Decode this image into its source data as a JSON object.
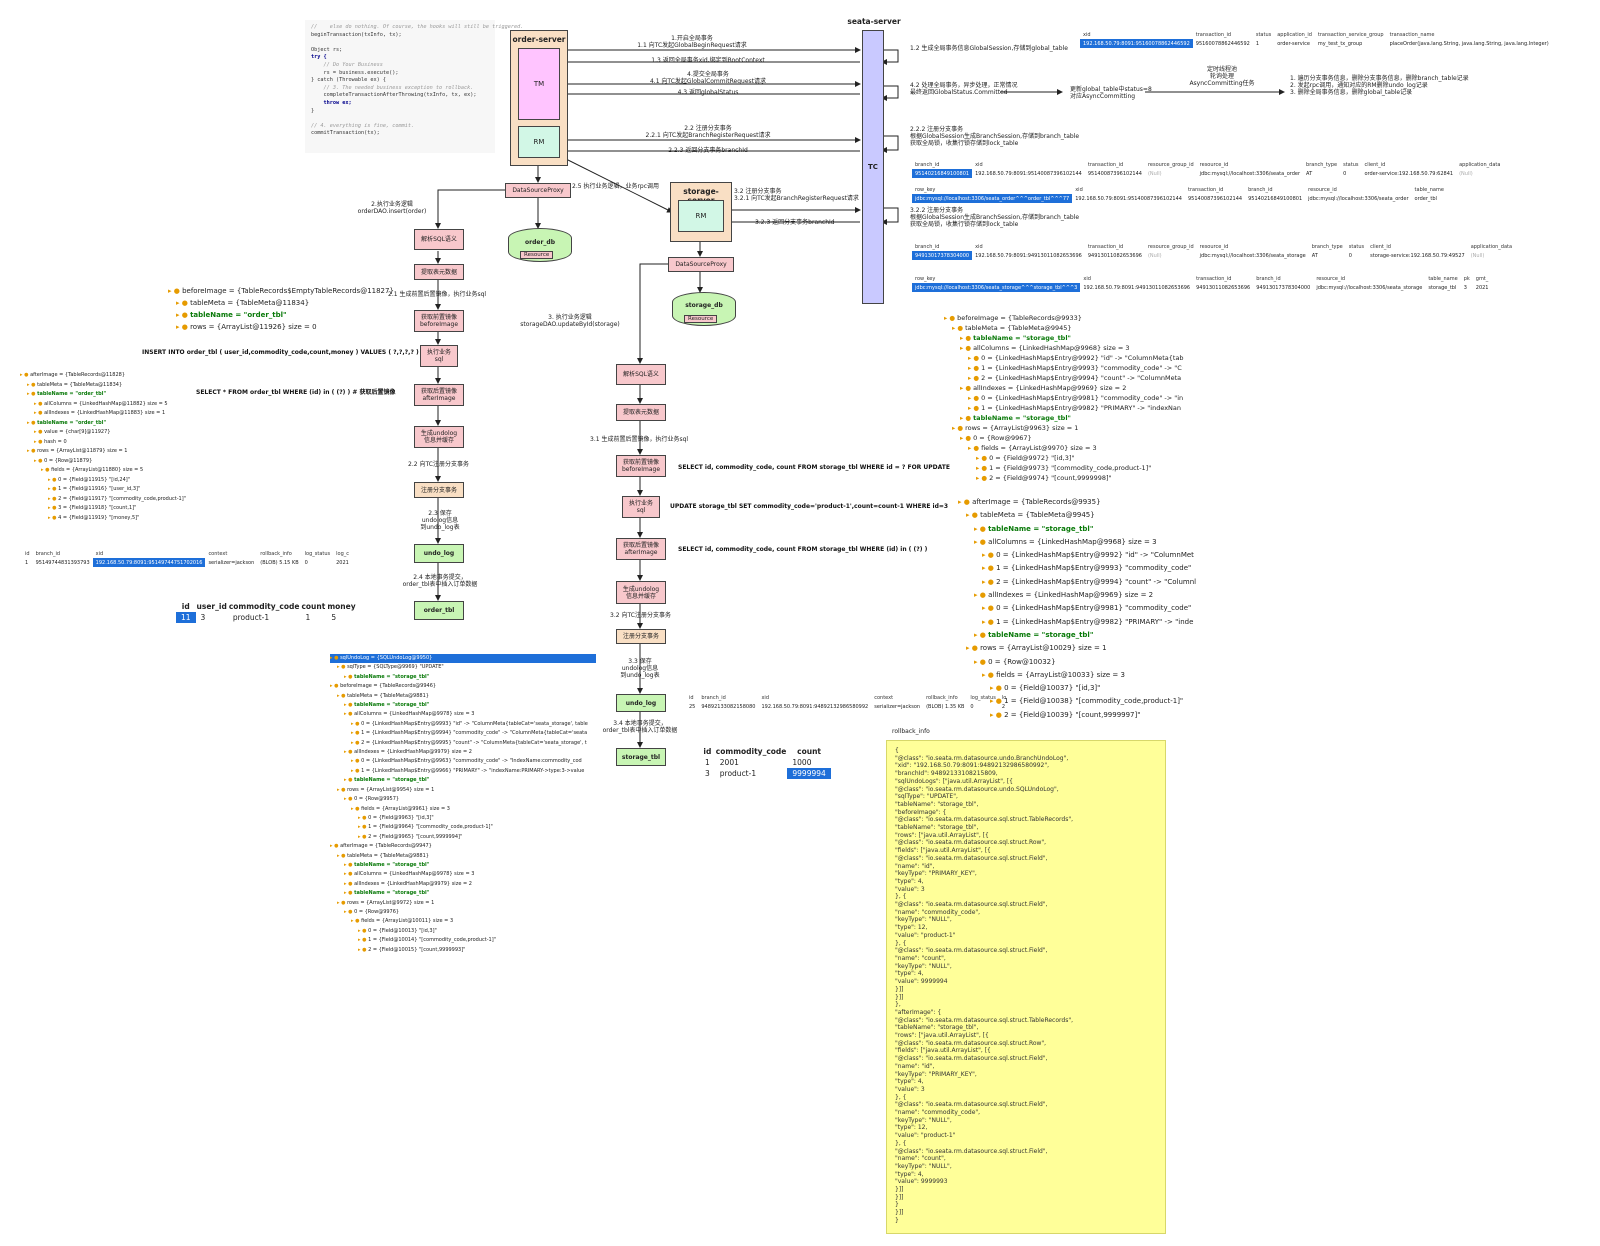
{
  "code": [
    {
      "t": "//    else do nothing. Of course, the hooks will still be triggered.",
      "c": "cm"
    },
    {
      "t": "beginTransaction(txInfo, tx);",
      "c": ""
    },
    {
      "t": "",
      "c": ""
    },
    {
      "t": "Object rs;",
      "c": ""
    },
    {
      "t": "try {",
      "c": "kw"
    },
    {
      "t": "    // Do Your Business",
      "c": "cm"
    },
    {
      "t": "    rs = business.execute();",
      "c": ""
    },
    {
      "t": "} catch (Throwable ex) {",
      "c": ""
    },
    {
      "t": "    // 3. The needed business exception to rollback.",
      "c": "cm"
    },
    {
      "t": "    completeTransactionAfterThrowing(txInfo, tx, ex);",
      "c": ""
    },
    {
      "t": "    throw ex;",
      "c": "kw"
    },
    {
      "t": "}",
      "c": ""
    },
    {
      "t": "",
      "c": ""
    },
    {
      "t": "// 4. everything is fine, commit.",
      "c": "cm"
    },
    {
      "t": "commitTransaction(tx);",
      "c": ""
    }
  ],
  "servers": {
    "order": "order-server",
    "storage": "storage-server",
    "seata": "seata-server",
    "tm": "TM",
    "rm": "RM",
    "tc": "TC"
  },
  "order_steps": {
    "dsp": "DataSourceProxy",
    "parse": "解析SQL语义",
    "table": "提取表元数据",
    "before": "获取前置镜像\nbeforeImage",
    "exec": "执行业务\nsql",
    "after": "获取后置镜像\nafterImage",
    "undolog": "生成undolog\n信息并缓存",
    "reg": "注册分支事务",
    "undo_db": "undo_log",
    "order_tbl": "order_tbl",
    "db": "order_db",
    "res": "Resource"
  },
  "storage_steps": {
    "dsp": "DataSourceProxy",
    "parse": "解析SQL语义",
    "table": "提取表元数据",
    "before": "获取前置镜像\nbeforeImage",
    "exec": "执行业务\nsql",
    "after": "获取后置镜像\nafterImage",
    "undolog": "生成undolog\n信息并缓存",
    "reg": "注册分支事务",
    "undo_db": "undo_log",
    "storage_tbl": "storage_tbl",
    "db": "storage_db",
    "res": "Resource"
  },
  "arrow_labels": {
    "a1": "1.开启全局事务\n1.1 向TC发起GlobalBeginRequest请求",
    "a13": "1.3 返回全局事务xid,绑定到RootContext",
    "a4": "4.提交全局事务\n4.1 向TC发起GlobalCommitRequest请求",
    "a43": "4.3 返回globalStatus",
    "a12": "1.2 生成全局事务信息GlobalSession,存储到global_table",
    "a42": "4.2 处理全局事务，异步处理，正常情况\n最终返回GlobalStatus.Committed",
    "a42b": "更新global_table中status=8\n对应AsyncCommitting",
    "a_timer": "定时线程池\n轮询处理\nAsyncCommitting任务",
    "a_final": "1. 遍历分支事务信息，删除分支事务信息，删除branch_table记录\n2. 发起rpc调用，通知对应的RM删除undo_log记录\n3. 删除全局事务信息，删除global_table记录",
    "a2": "2.2 注册分支事务\n2.2.1 向TC发起BranchRegisterRequest请求",
    "a223": "2.2.3 返回分支事务branchId",
    "a222": "2.2.2 注册分支事务\n根据GlobalSession生成BranchSession,存储到branch_table\n获取全局锁，收集行锁存储到lock_table",
    "a25": "2.5 执行业务逻辑，业务rpc调用",
    "a32": "3.2 注册分支事务\n3.2.1 向TC发起BranchRegisterRequest请求",
    "a323": "3.2.3 返回分支事务branchId",
    "a322": "3.2.2 注册分支事务\n根据GlobalSession生成BranchSession,存储到branch_table\n获取全局锁，收集行锁存储到lock_table",
    "o2": "2.执行业务逻辑\norderDAO.insert(order)",
    "o21": "2.1 生成前置后置镜像，执行业务sql",
    "o22": "2.2 向TC注册分支事务",
    "o23": "2.3 保存\nundolog信息\n到undo_log表",
    "o24": "2.4 本地事务提交，\norder_tbl表中插入订单数据",
    "s3": "3. 执行业务逻辑\nstorageDAO.updateById(storage)",
    "s31": "3.1 生成前置后置镜像，执行业务sql",
    "s32": "3.2 向TC注册分支事务",
    "s33": "3.3 保存\nundolog信息\n到undo_log表",
    "s34": "3.4 本地事务提交，\norder_tbl表中插入订单数据"
  },
  "sql": {
    "insert": "INSERT INTO order_tbl  ( user_id,commodity_code,count,money )  VALUES  ( ?,?,?,? )",
    "select_after": "SELECT * FROM order_tbl WHERE (id) in ( (?) )   # 获取后置镜像",
    "select_update": "SELECT id, commodity_code, count FROM storage_tbl WHERE id = ? FOR UPDATE",
    "update": "UPDATE storage_tbl  SET commodity_code='product-1',count=count-1  WHERE id=3",
    "select_in": "SELECT id, commodity_code, count FROM storage_tbl WHERE (id) in ( (?) )"
  },
  "order_before_tree": [
    "beforeImage = {TableRecords$EmptyTableRecords@11827}",
    "tableMeta = {TableMeta@11834}",
    "tableName = \"order_tbl\"",
    "rows = {ArrayList@11926}  size = 0"
  ],
  "order_after_tree": [
    "afterImage = {TableRecords@11828}",
    "tableMeta = {TableMeta@11834}",
    "tableName = \"order_tbl\"",
    "allColumns = {LinkedHashMap@11882}  size = 5",
    "allIndexes = {LinkedHashMap@11883}  size = 1",
    "tableName = \"order_tbl\"",
    "value = {char[9]@11927}",
    "hash = 0",
    "rows = {ArrayList@11879}  size = 1",
    "0 = {Row@11879}",
    "fields = {ArrayList@11880}  size = 5",
    "0 = {Field@11915} \"[id,24]\"",
    "1 = {Field@11916} \"[user_id,3]\"",
    "2 = {Field@11917} \"[commodity_code,product-1]\"",
    "3 = {Field@11918} \"[count,1]\"",
    "4 = {Field@11919} \"[money,5]\""
  ],
  "global_table": {
    "headers": [
      "xid",
      "transaction_id",
      "status",
      "application_id",
      "transaction_service_group",
      "transaction_name"
    ],
    "row": [
      "192.168.50.79:8091:95160078862446592",
      "95160078862446592",
      "1",
      "order-service",
      "my_test_tx_group",
      "placeOrder(java.lang.String, java.lang.String, java.lang.Integer)"
    ]
  },
  "branch_table_order": {
    "headers": [
      "branch_id",
      "xid",
      "transaction_id",
      "resource_group_id",
      "resource_id",
      "branch_type",
      "status",
      "client_id",
      "application_data"
    ],
    "row": [
      "95140216849100801",
      "192.168.50.79:8091:95140087396102144",
      "95140087396102144",
      "(Null)",
      "jdbc:mysql://localhost:3306/seata_order",
      "AT",
      "0",
      "order-service:192.168.50.79:62841",
      "(Null)"
    ]
  },
  "lock_table_order": {
    "headers": [
      "row_key",
      "xid",
      "transaction_id",
      "branch_id",
      "resource_id",
      "table_name"
    ],
    "row": [
      "jdbc:mysql://localhost:3306/seata_order^^^order_tbl^^^77",
      "192.168.50.79:8091:95140087396102144",
      "95140087396102144",
      "95140216849100801",
      "jdbc:mysql://localhost:3306/seata_order",
      "order_tbl"
    ]
  },
  "branch_table_storage": {
    "headers": [
      "branch_id",
      "xid",
      "transaction_id",
      "resource_group_id",
      "resource_id",
      "branch_type",
      "status",
      "client_id",
      "application_data"
    ],
    "row": [
      "94913017378304000",
      "192.168.50.79:8091:94913011082653696",
      "94913011082653696",
      "(Null)",
      "jdbc:mysql://localhost:3306/seata_storage",
      "AT",
      "0",
      "storage-service:192.168.50.79:49527",
      "(Null)"
    ]
  },
  "lock_table_storage": {
    "headers": [
      "row_key",
      "xid",
      "transaction_id",
      "branch_id",
      "resource_id",
      "table_name",
      "pk",
      "gmt_"
    ],
    "row": [
      "jdbc:mysql://localhost:3306/seata_storage^^^storage_tbl^^^3",
      "192.168.50.79:8091:94913011082653696",
      "94913011082653696",
      "94913017378304000",
      "jdbc:mysql://localhost:3306/seata_storage",
      "storage_tbl",
      "3",
      "2021"
    ]
  },
  "undo_order": {
    "headers": [
      "id",
      "branch_id",
      "xid",
      "context",
      "rollback_info",
      "log_status",
      "log_c"
    ],
    "row": [
      "1",
      "95149744831393793",
      "192.168.50.79:8091:95149744751702016",
      "serializer=jackson",
      "(BLOB) 5.15 KB",
      "0",
      "2021"
    ]
  },
  "order_tbl_data": {
    "headers": [
      "id",
      "user_id",
      "commodity_code",
      "count",
      "money"
    ],
    "row": [
      "11",
      "3",
      "product-1",
      "1",
      "5"
    ]
  },
  "undo_storage": {
    "headers": [
      "id",
      "branch_id",
      "xid",
      "context",
      "rollback_info",
      "log_status",
      "lo"
    ],
    "row": [
      "25",
      "94892133082158080",
      "192.168.50.79:8091:94892132986580992",
      "serializer=jackson",
      "(BLOB) 1.35 KB",
      "0",
      "2"
    ]
  },
  "storage_tbl_data": {
    "headers": [
      "id",
      "commodity_code",
      "count"
    ],
    "rows": [
      [
        "1",
        "2001",
        "1000"
      ],
      [
        "3",
        "product-1",
        "9999994"
      ]
    ]
  },
  "rollback_label": "rollback_info",
  "sql_undo_tree": [
    "sqlUndoLog = {SQLUndoLog@9950}",
    "sqlType = {SQLType@9969} \"UPDATE\"",
    "tableName = \"storage_tbl\"",
    "beforeImage = {TableRecords@9946}",
    "tableMeta = {TableMeta@9881}",
    "tableName = \"storage_tbl\"",
    "allColumns = {LinkedHashMap@9978}  size = 3",
    "0 = {LinkedHashMap$Entry@9993} \"id\" -> \"ColumnMeta{tableCat='seata_storage', table",
    "1 = {LinkedHashMap$Entry@9994} \"commodity_code\" -> \"ColumnMeta{tableCat='seata",
    "2 = {LinkedHashMap$Entry@9995} \"count\" -> \"ColumnMeta{tableCat='seata_storage', t",
    "allIndexes = {LinkedHashMap@9979}  size = 2",
    "0 = {LinkedHashMap$Entry@9963} \"commodity_code\" -> \"IndexName:commodity_cod",
    "1 = {LinkedHashMap$Entry@9966} \"PRIMARY\" -> \"indexName:PRIMARY->type:3->value",
    "tableName = \"storage_tbl\"",
    "rows = {ArrayList@9954}  size = 1",
    "0 = {Row@9957}",
    "fields = {ArrayList@9961}  size = 3",
    "0 = {Field@9963} \"[id,3]\"",
    "1 = {Field@9964} \"[commodity_code,product-1]\"",
    "2 = {Field@9965} \"[count,9999994]\"",
    "afterImage = {TableRecords@9947}",
    "tableMeta = {TableMeta@9881}",
    "tableName = \"storage_tbl\"",
    "allColumns = {LinkedHashMap@9978}  size = 3",
    "allIndexes = {LinkedHashMap@9979}  size = 2",
    "tableName = \"storage_tbl\"",
    "rows = {ArrayList@9972}  size = 1",
    "0 = {Row@9976}",
    "fields = {ArrayList@10011}  size = 3",
    "0 = {Field@10013} \"[id,3]\"",
    "1 = {Field@10014} \"[commodity_code,product-1]\"",
    "2 = {Field@10015} \"[count,9999993]\""
  ],
  "storage_before_tree": [
    "beforeImage = {TableRecords@9933}",
    "tableMeta = {TableMeta@9945}",
    "tableName = \"storage_tbl\"",
    "allColumns = {LinkedHashMap@9968}  size = 3",
    "0 = {LinkedHashMap$Entry@9992} \"id\" -> \"ColumnMeta{tab",
    "1 = {LinkedHashMap$Entry@9993} \"commodity_code\" -> \"C",
    "2 = {LinkedHashMap$Entry@9994} \"count\" -> \"ColumnMeta",
    "allIndexes = {LinkedHashMap@9969}  size = 2",
    "0 = {LinkedHashMap$Entry@9981} \"commodity_code\" -> \"in",
    "1 = {LinkedHashMap$Entry@9982} \"PRIMARY\" -> \"indexNan",
    "tableName = \"storage_tbl\"",
    "rows = {ArrayList@9963}  size = 1",
    "0 = {Row@9967}",
    "fields = {ArrayList@9970}  size = 3",
    "0 = {Field@9972} \"[id,3]\"",
    "1 = {Field@9973} \"[commodity_code,product-1]\"",
    "2 = {Field@9974} \"[count,9999998]\""
  ],
  "storage_after_tree": [
    "afterImage = {TableRecords@9935}",
    "tableMeta = {TableMeta@9945}",
    "tableName = \"storage_tbl\"",
    "allColumns = {LinkedHashMap@9968}  size = 3",
    "0 = {LinkedHashMap$Entry@9992} \"id\" -> \"ColumnMet",
    "1 = {LinkedHashMap$Entry@9993} \"commodity_code\"",
    "2 = {LinkedHashMap$Entry@9994} \"count\" -> \"Columnl",
    "allIndexes = {LinkedHashMap@9969}  size = 2",
    "0 = {LinkedHashMap$Entry@9981} \"commodity_code\"",
    "1 = {LinkedHashMap$Entry@9982} \"PRIMARY\" -> \"inde",
    "tableName = \"storage_tbl\"",
    "rows = {ArrayList@10029}  size = 1",
    "0 = {Row@10032}",
    "fields = {ArrayList@10033}  size = 3",
    "0 = {Field@10037} \"[id,3]\"",
    "1 = {Field@10038} \"[commodity_code,product-1]\"",
    "2 = {Field@10039} \"[count,9999997]\""
  ],
  "rollback_json": [
    "{",
    "\"@class\": \"io.seata.rm.datasource.undo.BranchUndoLog\",",
    "\"xid\": \"192.168.50.79:8091:94892132986580992\",",
    "\"branchId\": 94892133108215809,",
    "\"sqlUndoLogs\": [\"java.util.ArrayList\", [{",
    "\"@class\": \"io.seata.rm.datasource.undo.SQLUndoLog\",",
    "\"sqlType\": \"UPDATE\",",
    "\"tableName\": \"storage_tbl\",",
    "\"beforeImage\": {",
    "\"@class\": \"io.seata.rm.datasource.sql.struct.TableRecords\",",
    "\"tableName\": \"storage_tbl\",",
    "\"rows\": [\"java.util.ArrayList\", [{",
    "\"@class\": \"io.seata.rm.datasource.sql.struct.Row\",",
    "\"fields\": [\"java.util.ArrayList\", [{",
    "\"@class\": \"io.seata.rm.datasource.sql.struct.Field\",",
    "\"name\": \"id\",",
    "\"keyType\": \"PRIMARY_KEY\",",
    "\"type\": 4,",
    "\"value\": 3",
    "}, {",
    "\"@class\": \"io.seata.rm.datasource.sql.struct.Field\",",
    "\"name\": \"commodity_code\",",
    "\"keyType\": \"NULL\",",
    "\"type\": 12,",
    "\"value\": \"product-1\"",
    "}, {",
    "\"@class\": \"io.seata.rm.datasource.sql.struct.Field\",",
    "\"name\": \"count\",",
    "\"keyType\": \"NULL\",",
    "\"type\": 4,",
    "\"value\": 9999994",
    "}]]",
    "}]]",
    "},",
    "\"afterImage\": {",
    "\"@class\": \"io.seata.rm.datasource.sql.struct.TableRecords\",",
    "\"tableName\": \"storage_tbl\",",
    "\"rows\": [\"java.util.ArrayList\", [{",
    "\"@class\": \"io.seata.rm.datasource.sql.struct.Row\",",
    "\"fields\": [\"java.util.ArrayList\", [{",
    "\"@class\": \"io.seata.rm.datasource.sql.struct.Field\",",
    "\"name\": \"id\",",
    "\"keyType\": \"PRIMARY_KEY\",",
    "\"type\": 4,",
    "\"value\": 3",
    "}, {",
    "\"@class\": \"io.seata.rm.datasource.sql.struct.Field\",",
    "\"name\": \"commodity_code\",",
    "\"keyType\": \"NULL\",",
    "\"type\": 12,",
    "\"value\": \"product-1\"",
    "}, {",
    "\"@class\": \"io.seata.rm.datasource.sql.struct.Field\",",
    "\"name\": \"count\",",
    "\"keyType\": \"NULL\",",
    "\"type\": 4,",
    "\"value\": 9999993",
    "}]]",
    "}]]",
    "}",
    "}]]",
    "}"
  ]
}
